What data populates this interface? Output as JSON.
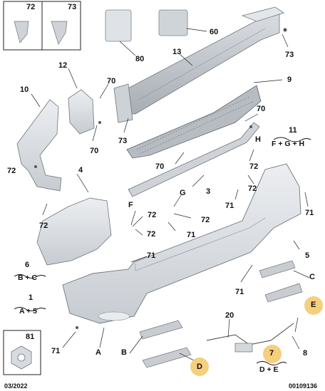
{
  "labels": {
    "n72": "72",
    "n73": "73",
    "n80": "80",
    "n60": "60",
    "n73b": "73",
    "n13": "13",
    "n12": "12",
    "n10": "10",
    "n70a": "70",
    "n70b": "70",
    "n73c": "73",
    "n9": "9",
    "n70c": "70",
    "n11": "11",
    "g11": "F + G + H",
    "n70d": "70",
    "H": "H",
    "n72a": "72",
    "n4": "4",
    "n72b": "72",
    "n72c": "72",
    "n3": "3",
    "G": "G",
    "n72d": "72",
    "n71a": "71",
    "F": "F",
    "n72e": "72",
    "n72f": "72",
    "n71b": "71",
    "n71c": "71",
    "n72g": "72",
    "n5": "5",
    "n6": "6",
    "g6": "B + C",
    "n71d": "71",
    "C": "C",
    "n71e": "71",
    "n1": "1",
    "g1": "A + 5",
    "E": "E",
    "n81": "81",
    "n20": "20",
    "n71f": "71",
    "A": "A",
    "B": "B",
    "n7": "7",
    "g7": "D + E",
    "n8": "8",
    "D": "D"
  },
  "footer": {
    "date": "03/2022",
    "ref": "00109136"
  }
}
